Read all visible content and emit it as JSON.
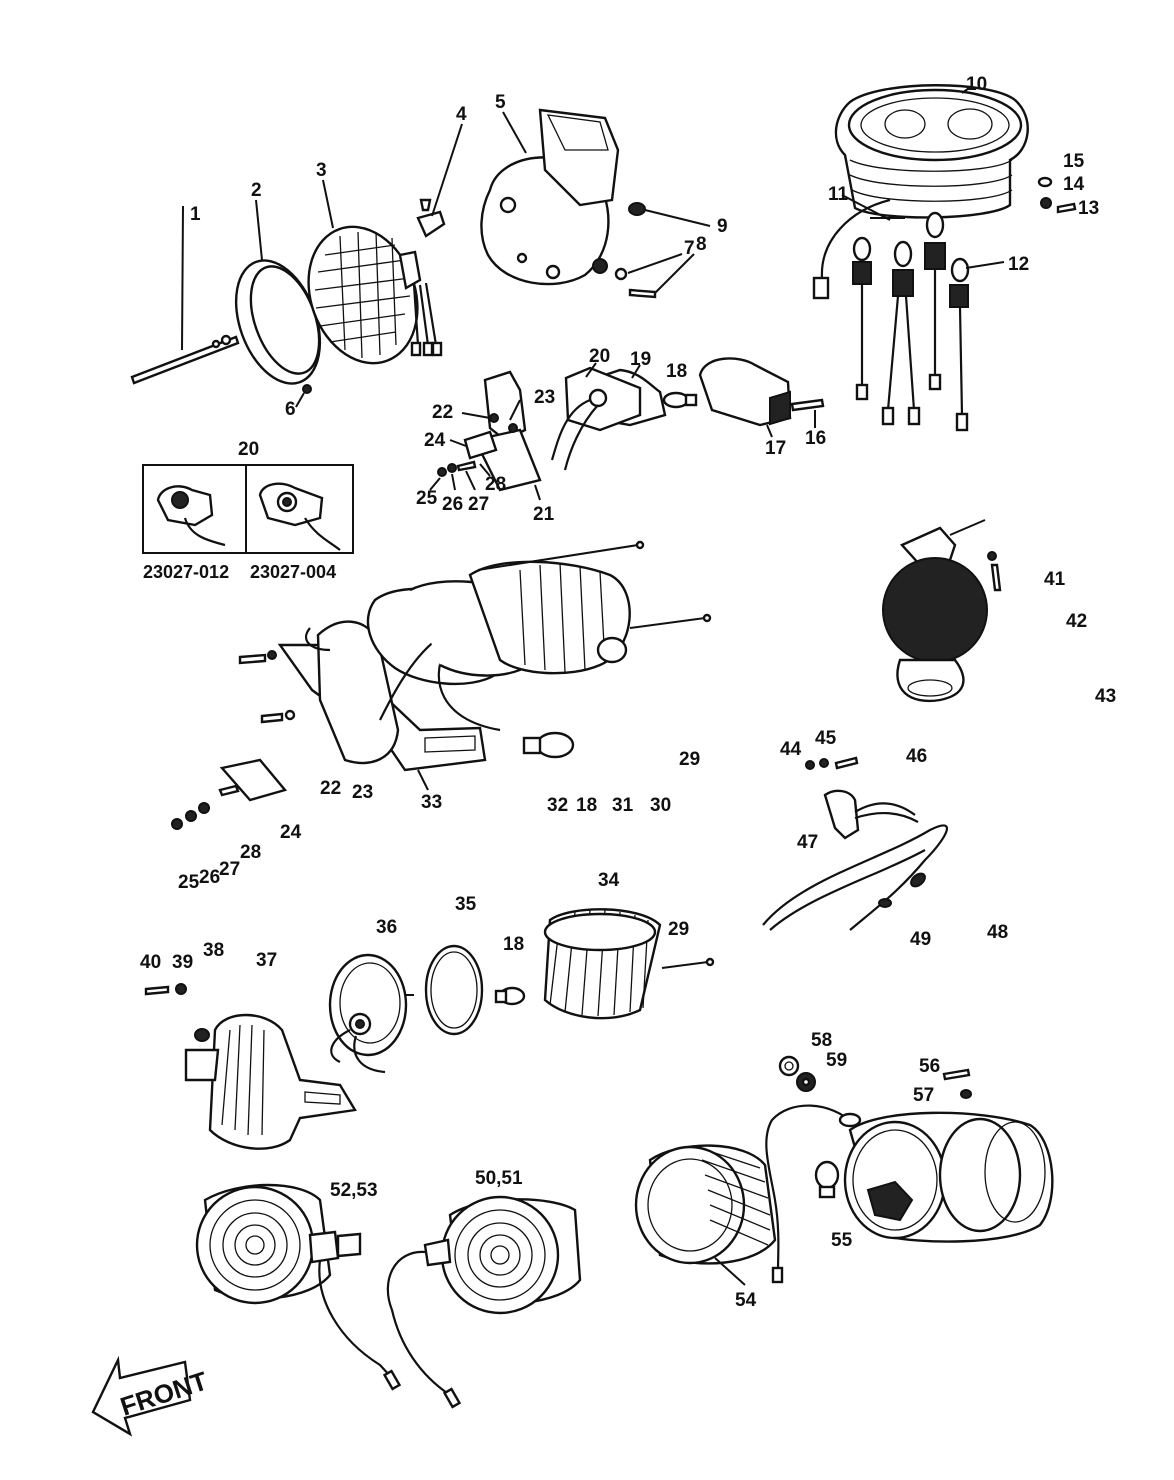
{
  "callouts": {
    "c1": "1",
    "c2": "2",
    "c3": "3",
    "c4": "4",
    "c5": "5",
    "c6": "6",
    "c7": "7",
    "c8": "8",
    "c9": "9",
    "c10": "10",
    "c11": "11",
    "c12": "12",
    "c13": "13",
    "c14": "14",
    "c15": "15",
    "c16": "16",
    "c17": "17",
    "c18a": "18",
    "c19": "19",
    "c20a": "20",
    "c21": "21",
    "c22a": "22",
    "c23a": "23",
    "c24a": "24",
    "c25a": "25",
    "c26a": "26",
    "c27a": "27",
    "c28a": "28",
    "c20b": "20",
    "c29a": "29",
    "c30": "30",
    "c31": "31",
    "c18b": "18",
    "c32": "32",
    "c33": "33",
    "c22b": "22",
    "c23b": "23",
    "c24b": "24",
    "c25b": "25",
    "c26b": "26",
    "c27b": "27",
    "c28b": "28",
    "c41": "41",
    "c42": "42",
    "c43": "43",
    "c44": "44",
    "c45": "45",
    "c46": "46",
    "c47": "47",
    "c48": "48",
    "c49": "49",
    "c34": "34",
    "c35": "35",
    "c36": "36",
    "c18c": "18",
    "c29b": "29",
    "c37": "37",
    "c38": "38",
    "c39": "39",
    "c40": "40",
    "c52_53": "52,53",
    "c50_51": "50,51",
    "c54": "54",
    "c55": "55",
    "c56": "56",
    "c57": "57",
    "c58": "58",
    "c59": "59"
  },
  "inset": {
    "part_a": "23027-012",
    "part_b": "23027-004"
  },
  "front_label": "FRONT"
}
